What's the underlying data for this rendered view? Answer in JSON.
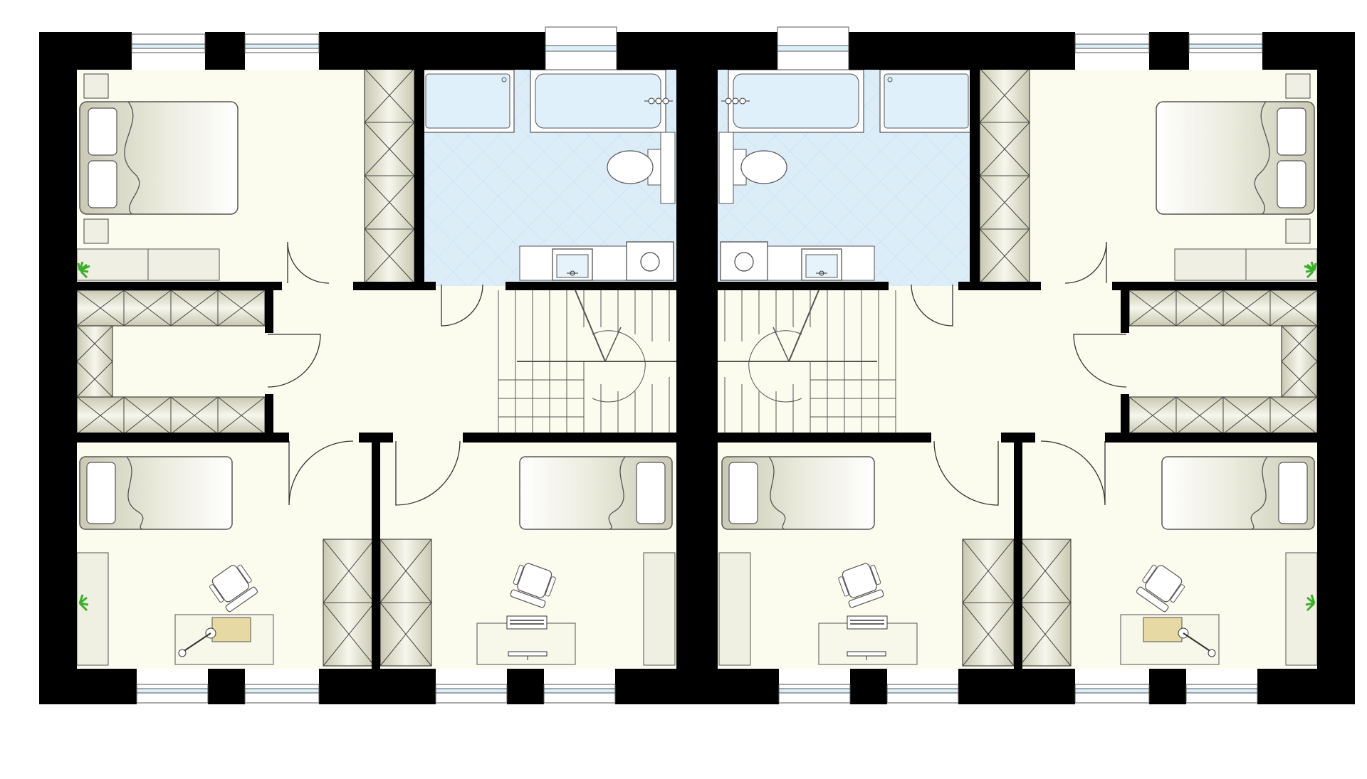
{
  "plan": {
    "type": "floor-plan",
    "units": 2,
    "symmetry": "mirrored",
    "colors": {
      "wall": "#000000",
      "floor": "#fcfcee",
      "bathroom_floor": "#d9ebf7",
      "bathroom_tile_line": "#bcd6e8",
      "fixture": "#ffffff",
      "fixture_water": "#dff0fb",
      "window_glass": "#dcf0fa",
      "furniture_light": "#f3f3ea",
      "furniture_dark": "#c9c9b2",
      "plant": "#3cae2c"
    },
    "rooms": [
      "bedroom",
      "bathroom",
      "wardrobe",
      "hallway",
      "staircase",
      "child-room",
      "child-room",
      "bedroom",
      "bathroom",
      "wardrobe",
      "hallway",
      "staircase",
      "child-room",
      "child-room"
    ]
  }
}
